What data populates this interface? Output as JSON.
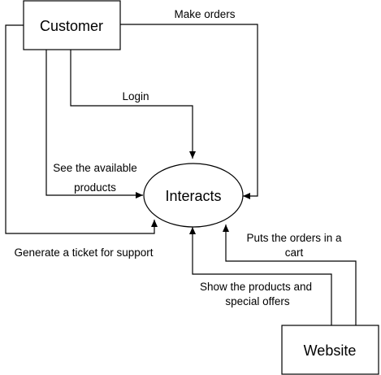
{
  "nodes": {
    "customer": "Customer",
    "interacts": "Interacts",
    "website": "Website"
  },
  "edges": {
    "make_orders": "Make orders",
    "login": "Login",
    "see_products_line1": "See the available",
    "see_products_line2": "products",
    "support_ticket": "Generate a ticket for support",
    "puts_orders_line1": "Puts the orders in a",
    "puts_orders_line2": "cart",
    "show_products_line1": "Show the products and",
    "show_products_line2": "special offers"
  }
}
